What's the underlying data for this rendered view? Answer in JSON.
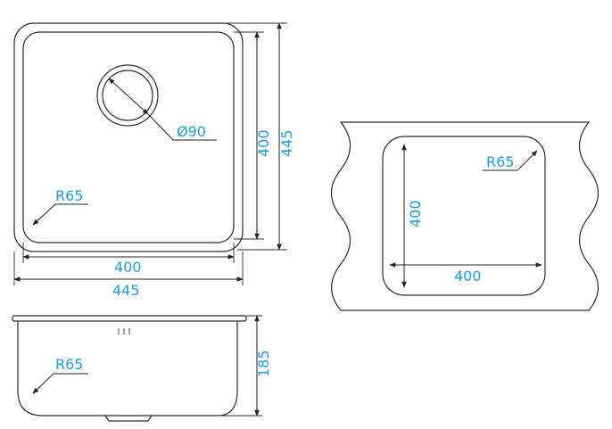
{
  "diagram": {
    "accent_color": "#1e9fe0",
    "line_color": "#2b2b2b",
    "top_view": {
      "drain_diameter_label": "Ø90",
      "corner_radius_label": "R65",
      "inner_width_label": "400",
      "outer_width_label": "445",
      "inner_height_label": "400",
      "outer_height_label": "445"
    },
    "side_view": {
      "corner_radius_label": "R65",
      "depth_label": "185"
    },
    "cutout_view": {
      "corner_radius_label": "R65",
      "height_label": "400",
      "width_label": "400"
    }
  }
}
